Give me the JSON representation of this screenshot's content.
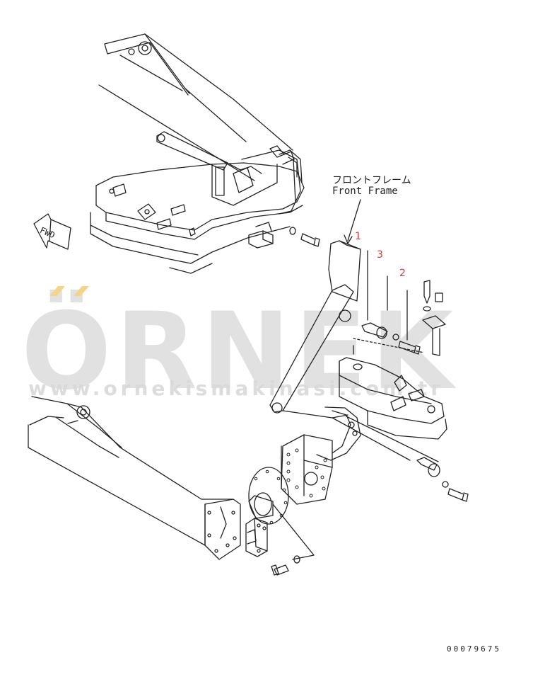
{
  "labels": {
    "frame_jp": "フロントフレーム",
    "frame_en": "Front Frame",
    "fwd": "FWD",
    "part_number": "00079675"
  },
  "callouts": [
    "1",
    "3",
    "2"
  ],
  "watermark": {
    "brand": "ÖRNEK",
    "url": "www.ornekismakinasi.com.tr"
  },
  "colors": {
    "line": "#222222",
    "callout": "#d23a3a",
    "watermark": "#dcdcdc",
    "watermark_accent": "#f3d58a"
  }
}
